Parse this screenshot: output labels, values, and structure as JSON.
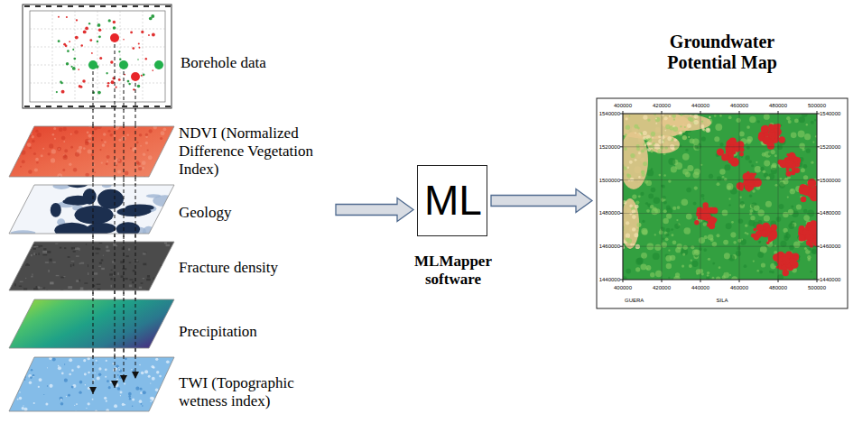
{
  "diagram": {
    "nodes": [
      {
        "text": [
          "Borehole data"
        ]
      },
      {
        "text": [
          "NDVI (Normalized Difference Vegetation Index)"
        ]
      },
      {
        "text": [
          "Geology"
        ]
      },
      {
        "text": [
          "Fracture density"
        ]
      },
      {
        "text": [
          "Precipitation"
        ]
      },
      {
        "text": [
          "TWI (Topographic wetness index)"
        ]
      },
      {
        "text": [
          "ML",
          "MLMapper software"
        ]
      },
      {
        "text": [
          "Groundwater Potential Map"
        ]
      }
    ],
    "edges": [
      {
        "from": 2,
        "to": 6,
        "arrow": "to"
      },
      {
        "from": 6,
        "to": 7,
        "arrow": "to"
      }
    ],
    "labels": [
      "400000",
      "420000",
      "440000",
      "460000",
      "480000",
      "500000",
      "1540000",
      "1520000",
      "1500000",
      "1480000",
      "1460000",
      "1440000",
      "1540000",
      "1520000",
      "1500000",
      "1480000",
      "1460000",
      "1440000",
      "400000",
      "420000",
      "440000",
      "460000",
      "480000",
      "500000",
      "GUERA",
      "SILA"
    ]
  }
}
